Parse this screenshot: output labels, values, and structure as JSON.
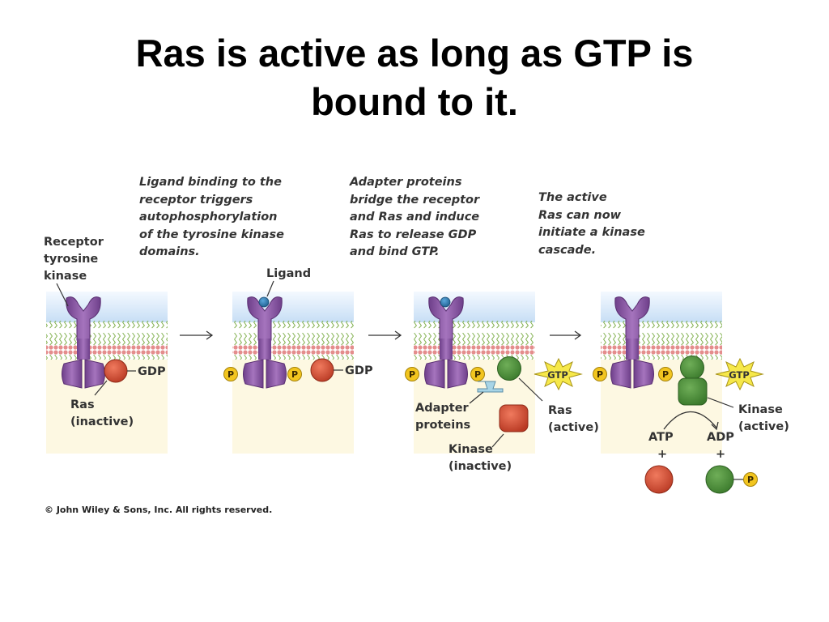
{
  "title": {
    "line1": "Ras is active as long as GTP is",
    "line2": "bound to it."
  },
  "captions": {
    "step1": [
      "Ligand binding to the",
      "receptor triggers",
      "autophosphorylation",
      "of the tyrosine kinase",
      "domains."
    ],
    "step2": [
      "Adapter proteins",
      "bridge the receptor",
      "and Ras and induce",
      "Ras to release GDP",
      "and bind GTP."
    ],
    "step3": [
      "The active",
      "Ras can now",
      "initiate a kinase",
      "cascade."
    ]
  },
  "labels": {
    "receptor": [
      "Receptor",
      "tyrosine",
      "kinase"
    ],
    "ras_inactive": [
      "Ras",
      "(inactive)"
    ],
    "gdp": "GDP",
    "ligand": "Ligand",
    "phosphate": "P",
    "gtp": "GTP",
    "adapter": [
      "Adapter",
      "proteins"
    ],
    "ras_active": [
      "Ras",
      "(active)"
    ],
    "kinase_inactive": [
      "Kinase",
      "(inactive)"
    ],
    "kinase_active": [
      "Kinase",
      "(active)"
    ],
    "atp": "ATP",
    "adp": "ADP",
    "plus": "+"
  },
  "copyright": "© John Wiley & Sons, Inc. All rights reserved.",
  "colors": {
    "receptor": "#8e5aa6",
    "ras_inactive": "#d9533a",
    "ras_active": "#4c8c3c",
    "phosphate": "#f2c51f",
    "gtp_burst": "#f6e84a",
    "adapter": "#a7d4e6",
    "ligand": "#2f7fb8",
    "membrane_head": "#e99a9a",
    "membrane_tail": "#86b25a"
  }
}
